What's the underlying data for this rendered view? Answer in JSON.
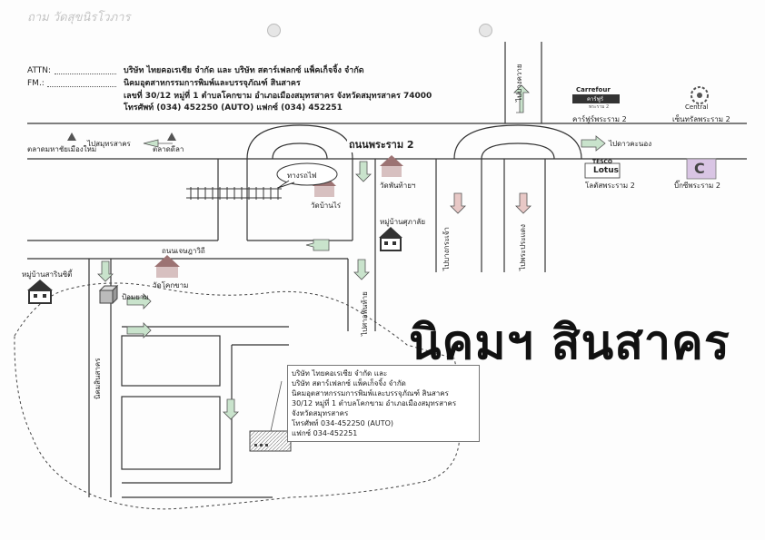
{
  "handwritten_note": "ถาม วัดสุขนิรโวภาร",
  "header": {
    "attn_label": "ATTN:",
    "fm_label": "FM.:",
    "line1": "บริษัท ไทยคอเรเซีย จำกัด และ บริษัท สตาร์เฟลกซ์ แพ็คเก็จจิ้ง จำกัด",
    "line2": "นิคมอุตสาหกรรมการพิมพ์และบรรจุภัณฑ์ สินสาคร",
    "line3": "เลขที่ 30/12 หมู่ที่ 1 ตำบลโคกขาม อำเภอเมืองสมุทรสาคร จังหวัดสมุทรสาคร 74000",
    "line4": "โทรศัพท์ (034) 452250 (AUTO)    แฟกซ์ (034) 452251"
  },
  "roads": {
    "rama2": "ถนนพระราม 2",
    "chetsada": "ถนนเจษฎาวิถี",
    "sinsakhon": "นิคมสินสาคร"
  },
  "directions": {
    "to_samutsakhon": "ไปสมุทรสาคร",
    "to_dao_khanong": "ไปดาวคะนอง",
    "to_bang_khwai": "ไปบางควาย",
    "to_bang_krachao": "ไปบางกระเจ้า",
    "to_phrapradaeng": "ไปพระประแดง",
    "to_sala_phan_thai": "ไปศาลพันท้าย"
  },
  "landmarks": {
    "carrefour": "คาร์ฟูร์พระราม 2",
    "carrefour_logo": "Carrefour",
    "carrefour_sub": "คาร์ฟูร์",
    "carrefour_sub2": "พระราม 2",
    "central": "เซ็นทรัลพระราม 2",
    "central_logo": "Central",
    "lotus": "โลตัสพระราม 2",
    "lotus_logo_top": "TESCO",
    "lotus_logo": "Lotus",
    "bigc": "บิ๊กซีพระราม 2",
    "bigc_logo": "C",
    "market_mahachai": "ตลาดมหาชัยเมืองใหม่",
    "market_dila": "ตลาดดีลา",
    "railway": "ทางรถไฟ",
    "wat_ban_rai": "วัดบ้านไร่",
    "wat_phan_thai": "วัดพันท้ายฯ",
    "village_suphalai": "หมู่บ้านศุภาลัย",
    "village_sarin": "หมู่บ้านสารินซิตี้",
    "wat_khok_kham": "วัดโคกขาม",
    "police_box": "ป้อมยาม"
  },
  "estate_title": "นิคมฯ สินสาคร",
  "info_box": [
    "บริษัท ไทยคอเรเซีย จำกัด และ",
    "บริษัท สตาร์เฟลกซ์ แพ็คเก็จจิ้ง จำกัด",
    "นิคมอุตสาหกรรมการพิมพ์และบรรจุภัณฑ์ สินสาคร",
    "30/12 หมู่ที่ 1 ตำบลโคกขาม อำเภอเมืองสมุทรสาคร",
    "จังหวัดสมุทรสาคร",
    "โทรศัพท์ 034-452250 (AUTO)",
    "แฟกซ์ 034-452251"
  ],
  "colors": {
    "road": "#333333",
    "arrow_green": "#c9e3cc",
    "arrow_pink": "#e8c8c6",
    "arrow_stroke": "#555555",
    "boundary": "#444444"
  }
}
